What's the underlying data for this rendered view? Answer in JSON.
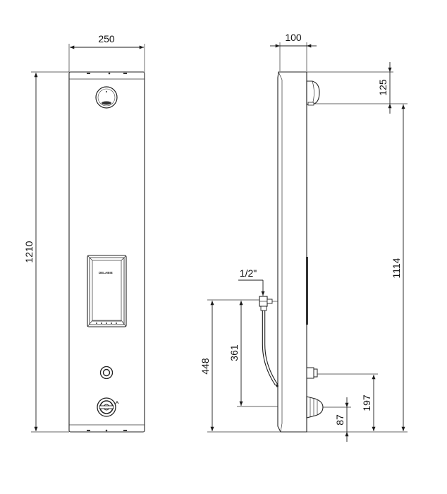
{
  "front_view": {
    "width_label": "250",
    "height_label": "1210",
    "brand_label": "DELABIE"
  },
  "side_view": {
    "depth_label": "100",
    "top_offset_label": "125",
    "head_height_label": "1114",
    "thread_label": "1/2\"",
    "inlet_height_label": "448",
    "hose_length_label": "361",
    "upper_outlet_label": "197",
    "lower_outlet_label": "87"
  },
  "colors": {
    "line": "#222222",
    "background": "#ffffff"
  }
}
